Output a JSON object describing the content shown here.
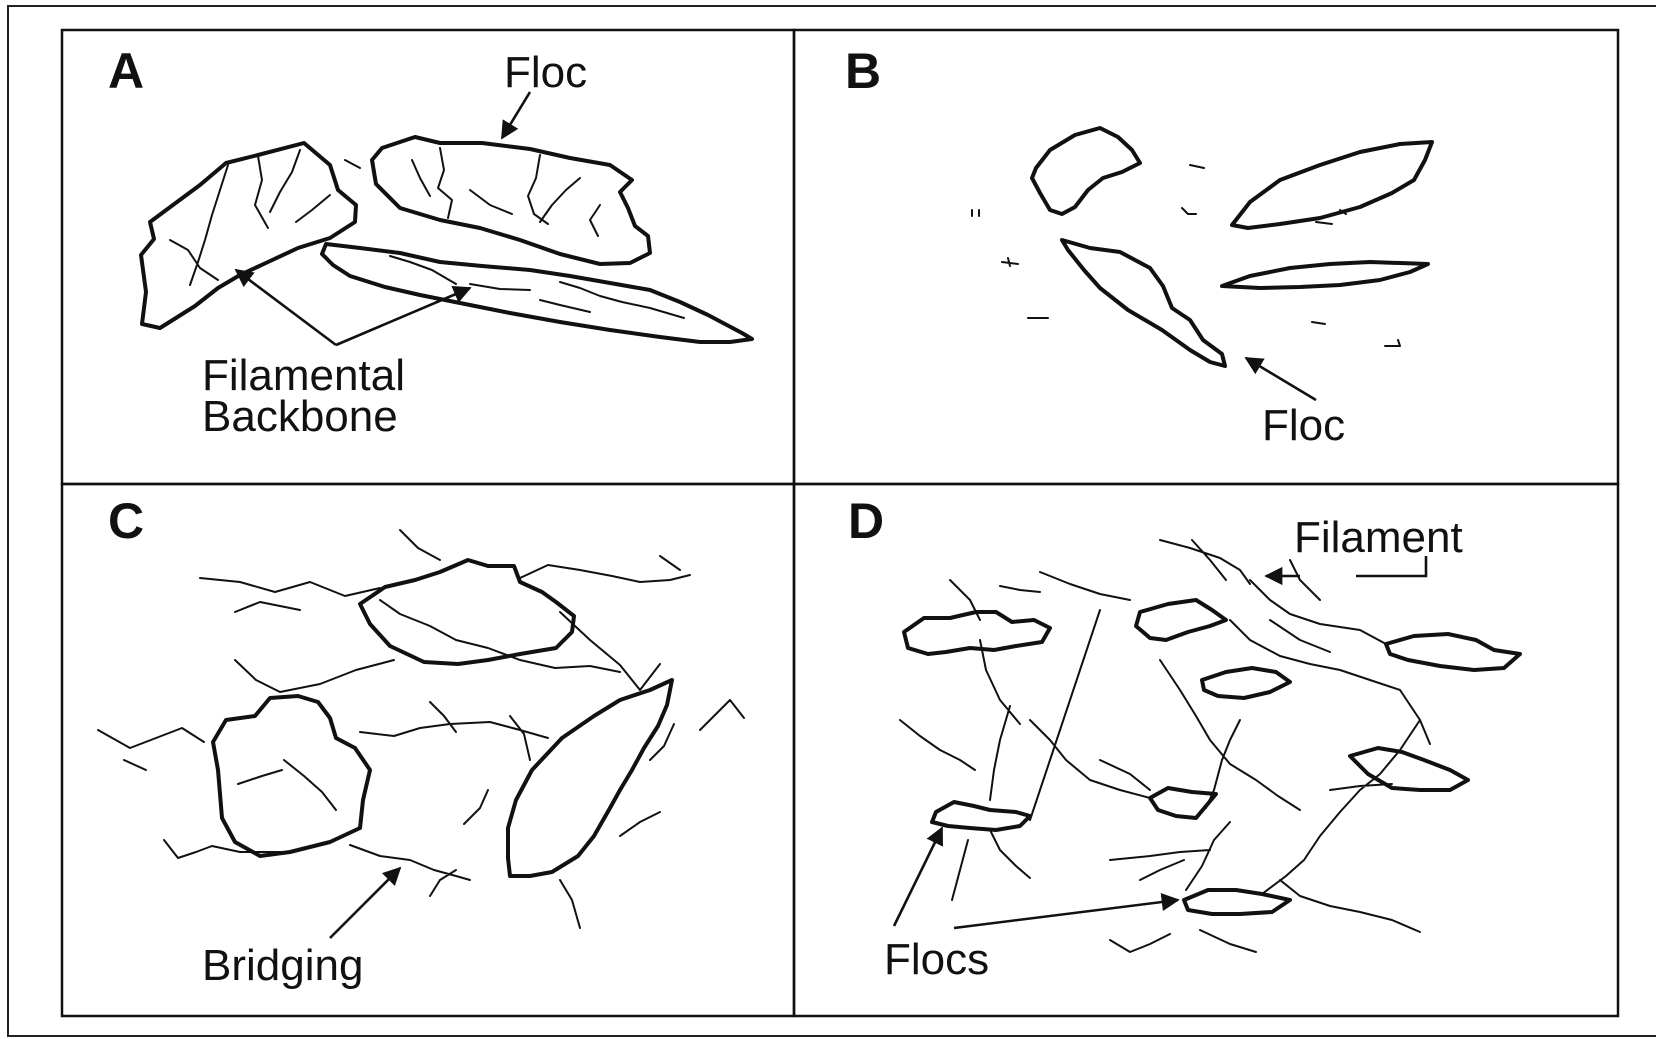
{
  "panels": [
    {
      "letter": "A",
      "labels": [
        "Floc",
        "Filamental",
        "Backbone"
      ]
    },
    {
      "letter": "B",
      "labels": [
        "Floc"
      ]
    },
    {
      "letter": "C",
      "labels": [
        "Bridging"
      ]
    },
    {
      "letter": "D",
      "labels": [
        "Filament",
        "Flocs"
      ]
    }
  ]
}
